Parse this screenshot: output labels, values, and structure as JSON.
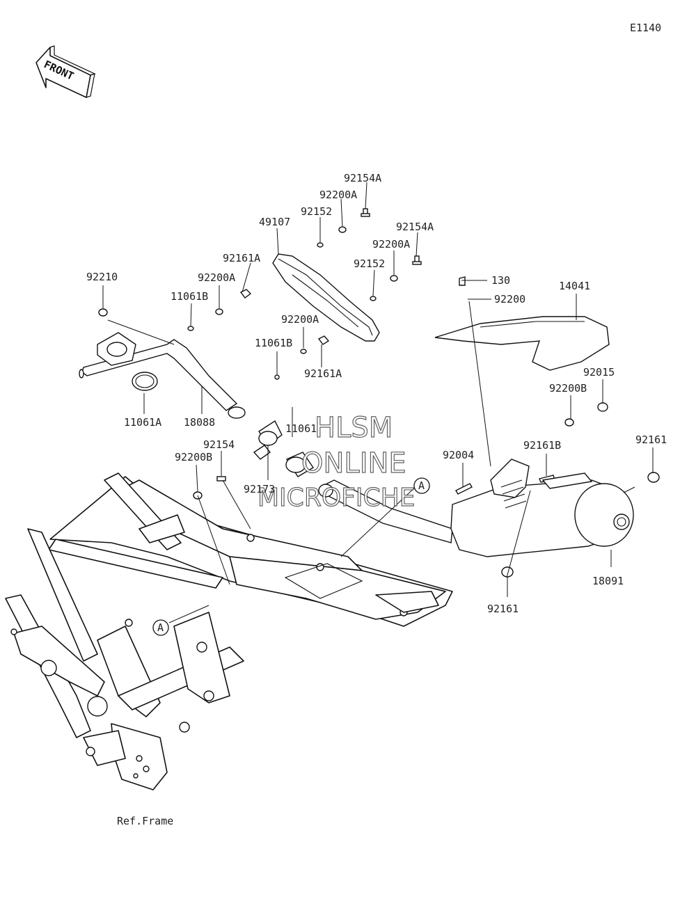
{
  "diagram_code": "E1140",
  "front_label": "FRONT",
  "ref_label": "Ref.Frame",
  "callout_a": "A",
  "watermark": [
    "HLSM",
    "ONLINE",
    "MICROFICHE"
  ],
  "labels": {
    "p92154A_1": "92154A",
    "p92200A_1": "92200A",
    "p92152_1": "92152",
    "p49107": "49107",
    "p92154A_2": "92154A",
    "p92200A_2": "92200A",
    "p92161A_1": "92161A",
    "p92152_2": "92152",
    "p92210": "92210",
    "p92200A_3": "92200A",
    "p11061B_1": "11061B",
    "p92200A_4": "92200A",
    "p11061B_2": "11061B",
    "p92161A_2": "92161A",
    "p11061A": "11061A",
    "p18088": "18088",
    "p11061": "11061",
    "p92154": "92154",
    "p92200B_1": "92200B",
    "p92173": "92173",
    "p130": "130",
    "p92200": "92200",
    "p14041": "14041",
    "p92015": "92015",
    "p92200B_2": "92200B",
    "p92161_1": "92161",
    "p92004": "92004",
    "p92161B": "92161B",
    "p18091": "18091",
    "p92161_2": "92161"
  }
}
